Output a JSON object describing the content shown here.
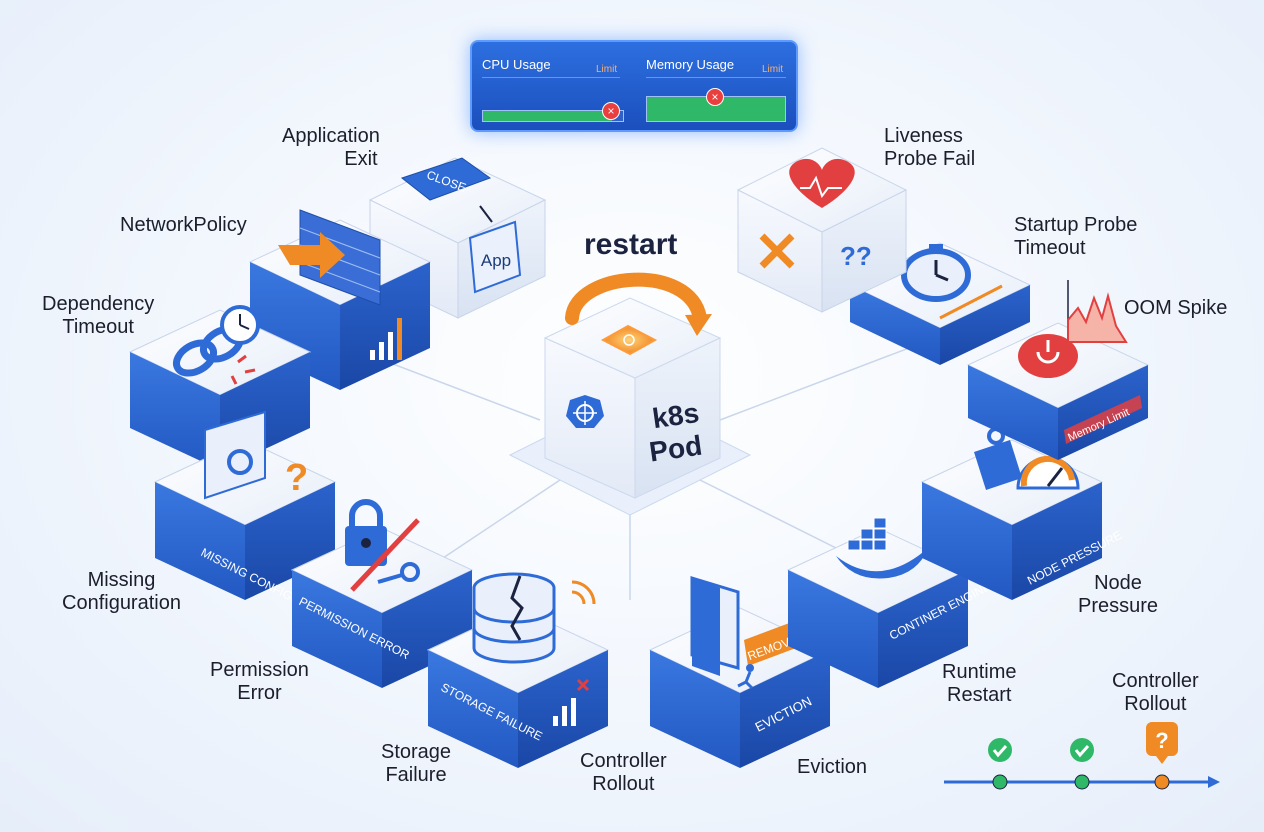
{
  "center": {
    "title": "restart",
    "pod_text_line1": "k8s",
    "pod_text_line2": "Pod",
    "kubernetes_icon": "kubernetes-wheel-icon",
    "restart_icon": "circular-arrow-icon",
    "fault_icon": "bug-chip-icon"
  },
  "usage_panel": {
    "cpu": {
      "label": "CPU Usage",
      "limit_label": "Limit",
      "fill": 0.92
    },
    "memory": {
      "label": "Memory Usage",
      "limit_label": "Limit",
      "fill": 1.0
    }
  },
  "causes": [
    {
      "id": "application-exit",
      "lines": [
        "Application",
        "Exit"
      ],
      "icon": "close-app-icon",
      "face_text": ""
    },
    {
      "id": "networkpolicy",
      "lines": [
        "NetworkPolicy"
      ],
      "icon": "firewall-icon",
      "face_text": ""
    },
    {
      "id": "dependency-timeout",
      "lines": [
        "Dependency",
        "Timeout"
      ],
      "icon": "broken-chain-clock-icon",
      "face_text": ""
    },
    {
      "id": "missing-configuration",
      "lines": [
        "Missing",
        "Configuration"
      ],
      "icon": "folder-gear-question-icon",
      "face_text": "MISSING CONFIGURATION"
    },
    {
      "id": "permission-error",
      "lines": [
        "Permission",
        "Error"
      ],
      "icon": "lock-key-icon",
      "face_text": "PERMISSION ERROR"
    },
    {
      "id": "storage-failure",
      "lines": [
        "Storage",
        "Failure"
      ],
      "icon": "cracked-database-icon",
      "face_text": "STORAGE FAILURE"
    },
    {
      "id": "controller-rollout-bottom",
      "lines": [
        "Controller",
        "Rollout"
      ],
      "icon": "",
      "face_text": ""
    },
    {
      "id": "eviction",
      "lines": [
        "Eviction"
      ],
      "icon": "door-exit-icon",
      "face_text": "EVICTION"
    },
    {
      "id": "runtime-restart",
      "lines": [
        "Runtime",
        "Restart"
      ],
      "icon": "container-whale-icon",
      "face_text": "CONTINER ENGINE"
    },
    {
      "id": "node-pressure",
      "lines": [
        "Node",
        "Pressure"
      ],
      "icon": "weight-gauge-icon",
      "face_text": "NODE PRESSURE"
    },
    {
      "id": "oom-spike",
      "lines": [
        "OOM Spike"
      ],
      "icon": "power-off-icon",
      "face_text": "Memory Limit"
    },
    {
      "id": "startup-probe-timeout",
      "lines": [
        "Startup Probe",
        "Timeout"
      ],
      "icon": "stopwatch-icon",
      "face_text": ""
    },
    {
      "id": "liveness-probe-fail",
      "lines": [
        "Liveness",
        "Probe Fail"
      ],
      "icon": "broken-heart-icon",
      "face_text": ""
    }
  ],
  "cube_texts": {
    "close_button": "CLOSE",
    "app_window": "App",
    "removed_sign": "REMOVED"
  },
  "rollout_timeline": {
    "label_lines": [
      "Controller",
      "Rollout"
    ],
    "steps": [
      {
        "status": "done",
        "icon": "check-icon"
      },
      {
        "status": "done",
        "icon": "check-icon"
      },
      {
        "status": "unknown",
        "icon": "question-icon",
        "text": "?"
      }
    ]
  },
  "colors": {
    "cube_blue": "#2f6bd6",
    "cube_top": "#f4f7fd",
    "accent_orange": "#f08a24",
    "alert_red": "#e24040",
    "success_green": "#2fb868"
  }
}
